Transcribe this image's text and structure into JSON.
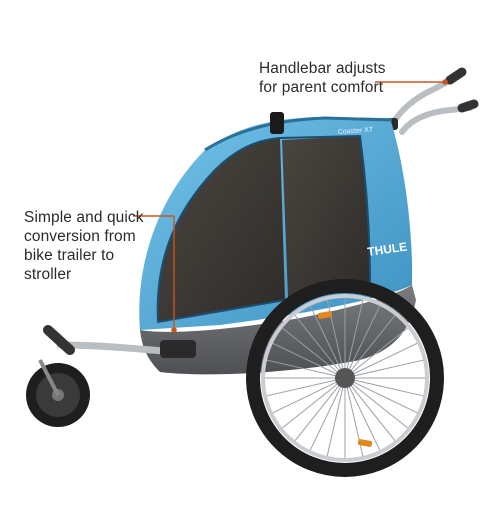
{
  "callouts": {
    "handlebar": {
      "lines": [
        "Handlebar adjusts",
        "for parent comfort"
      ]
    },
    "conversion": {
      "lines": [
        "Simple and quick",
        "conversion from",
        "bike trailer to",
        "stroller"
      ]
    }
  },
  "product": {
    "brand_mark": "THULE",
    "model_mark": "Coaster XT"
  },
  "colors": {
    "canopy_blue": "#5fb3dc",
    "canopy_blue_dark": "#3f93c2",
    "mesh_window": "#3a3631",
    "base_gray": "#6b6d70",
    "tire": "#1e1e1e",
    "rim": "#c9cdd1",
    "reflector": "#e08a1e",
    "leader_line": "#c8561d",
    "text": "#2b2b2b"
  },
  "icons": {
    "callout_dot": "circle-marker-icon"
  }
}
